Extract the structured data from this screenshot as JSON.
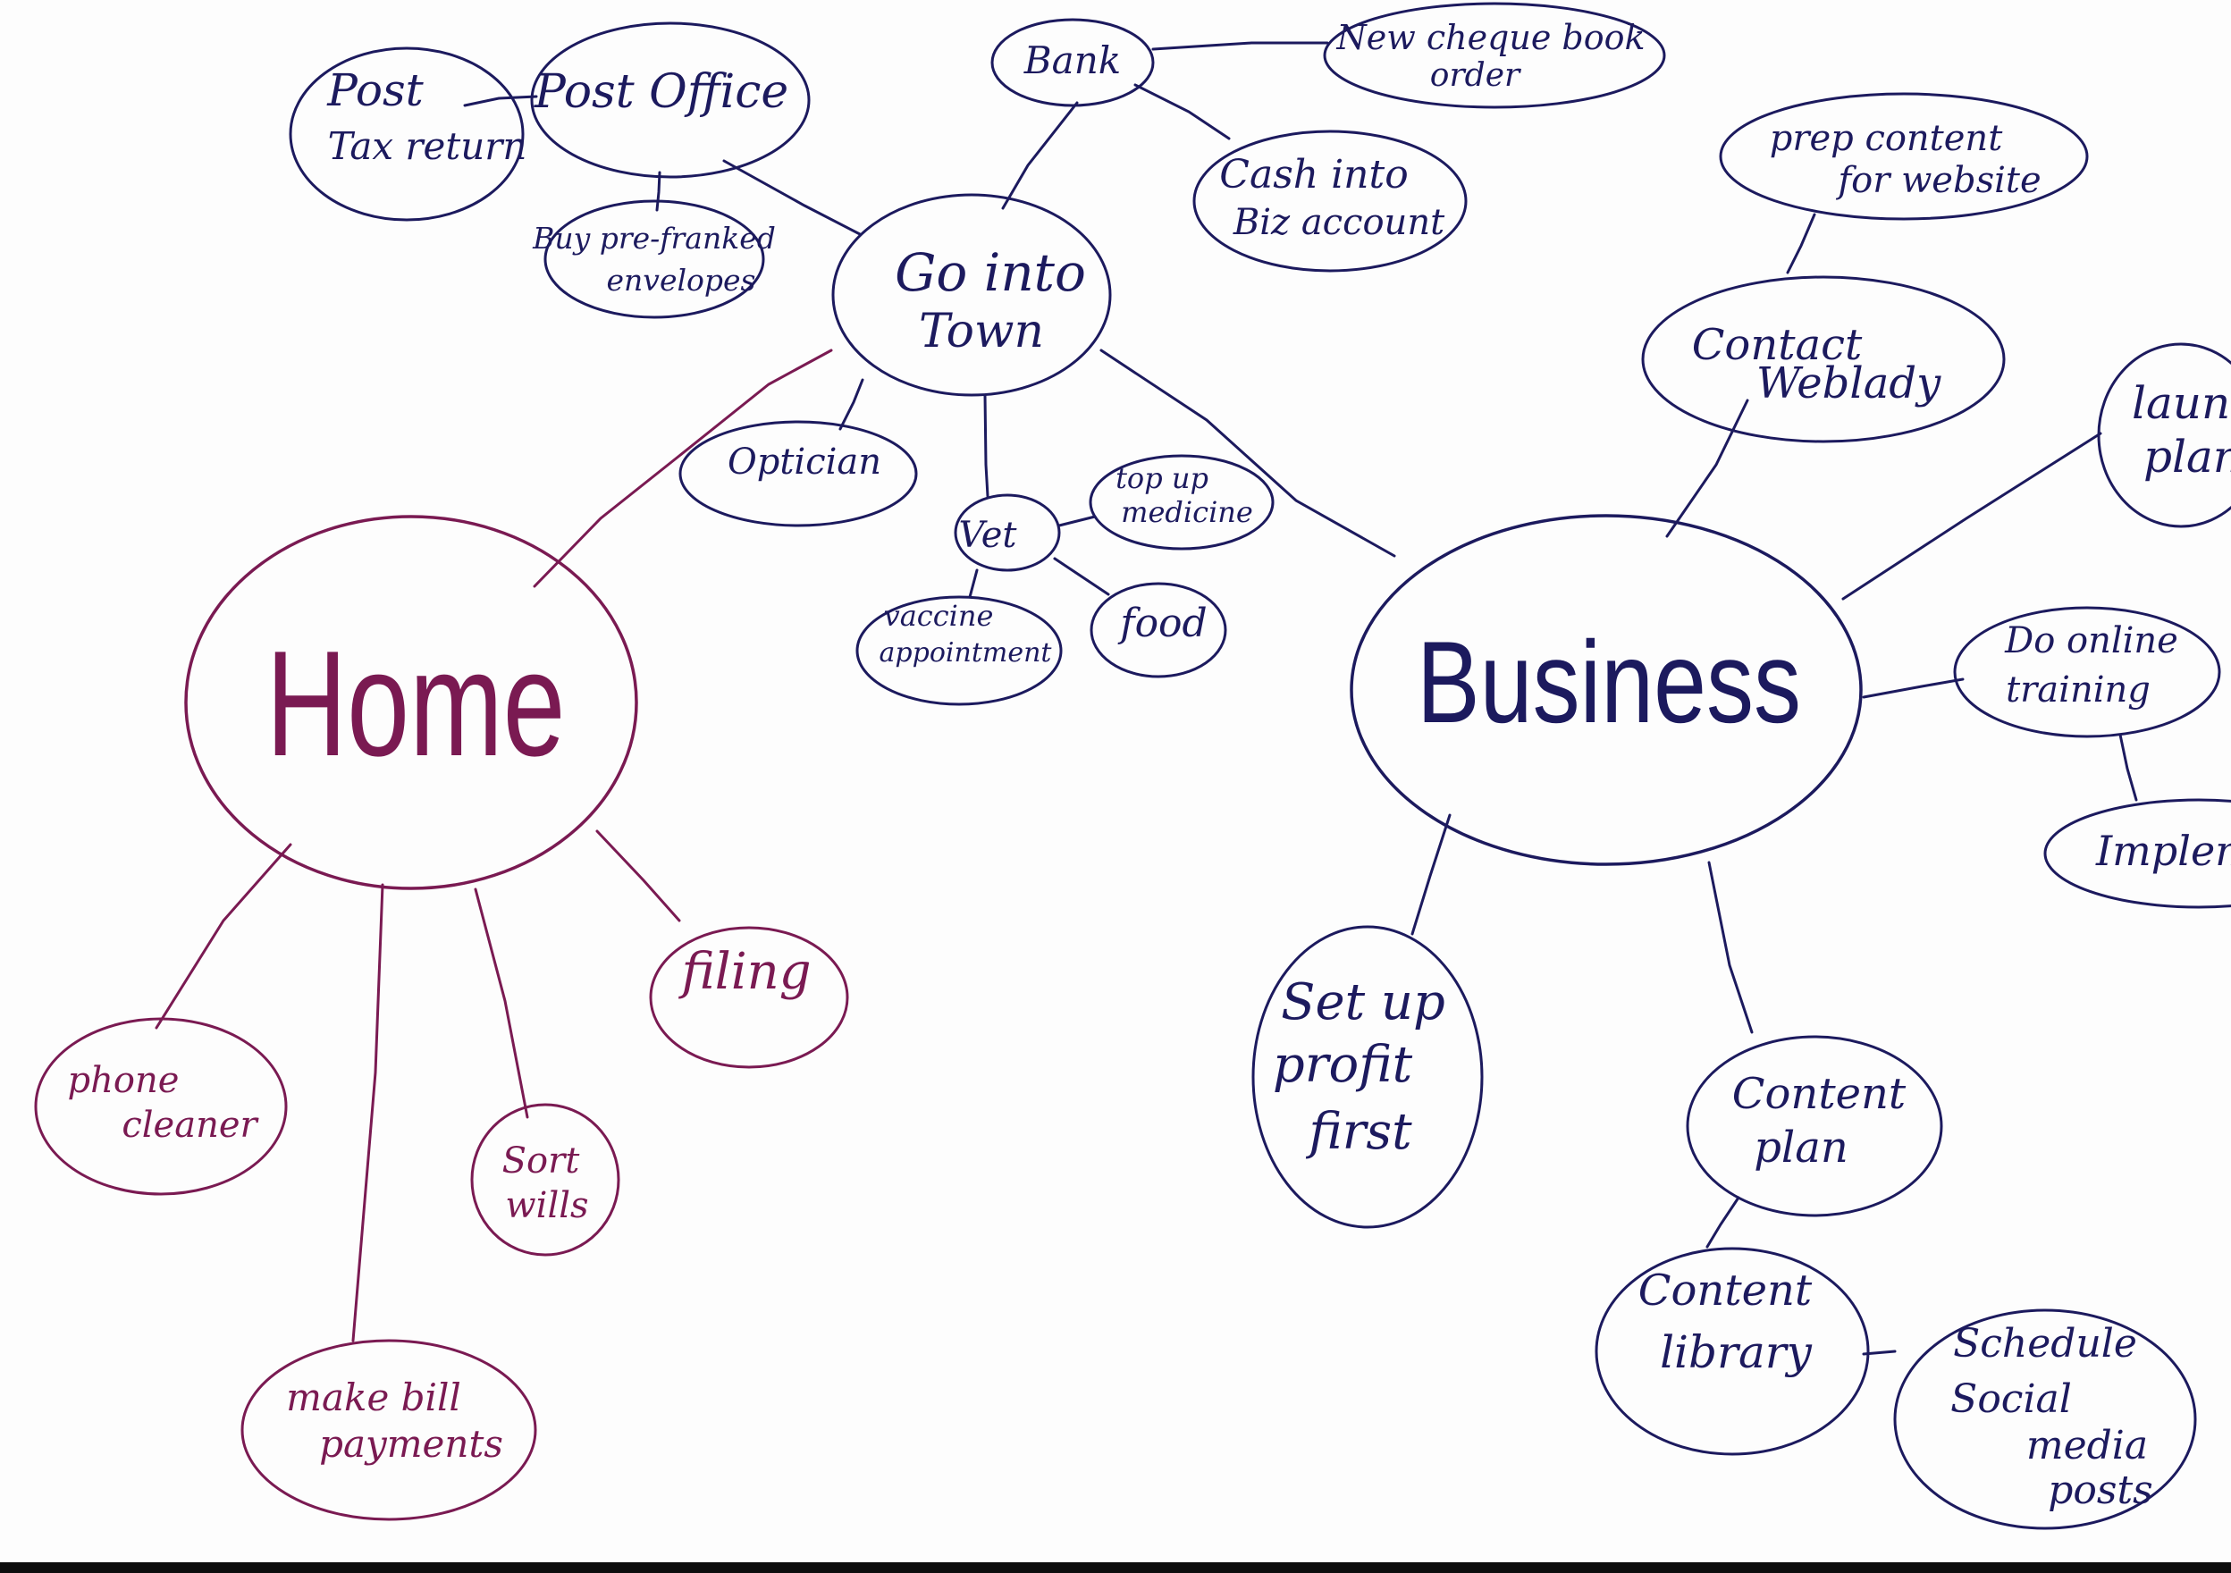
{
  "colors": {
    "paper": "#fdfdfd",
    "blue_ink": "#1c1a5e",
    "purple_ink": "#7a1a52"
  },
  "nodes": {
    "home": "Home",
    "business": "Business",
    "go_into_town": [
      "Go into",
      "Town"
    ],
    "post_office": "Post Office",
    "post_tax_return": [
      "Post",
      "Tax return"
    ],
    "buy_envelopes": [
      "Buy pre-franked",
      "envelopes"
    ],
    "bank": "Bank",
    "new_cheque_book": [
      "New cheque book",
      "order"
    ],
    "cash_into_biz": [
      "Cash into",
      "Biz account"
    ],
    "optician": "Optician",
    "vet": "Vet",
    "top_up_medicine": [
      "top up",
      "medicine"
    ],
    "vaccine_appointment": [
      "vaccine",
      "appointment"
    ],
    "food": "food",
    "phone_cleaner": [
      "phone",
      "cleaner"
    ],
    "sort_wills": [
      "Sort",
      "wills"
    ],
    "make_bill_payments": [
      "make bill",
      "payments"
    ],
    "filing": "filing",
    "prep_content": [
      "prep content",
      "for website"
    ],
    "contact_weblady": [
      "Contact",
      "Weblady"
    ],
    "launch_plan": [
      "launc",
      "plan"
    ],
    "do_online_training": [
      "Do online",
      "training"
    ],
    "implement": "Impleme",
    "set_up_profit_first": [
      "Set up",
      "profit",
      "first"
    ],
    "content_plan": [
      "Content",
      "plan"
    ],
    "content_library": [
      "Content",
      "library"
    ],
    "schedule_social": [
      "Schedule",
      "Social",
      "media",
      "posts"
    ]
  }
}
